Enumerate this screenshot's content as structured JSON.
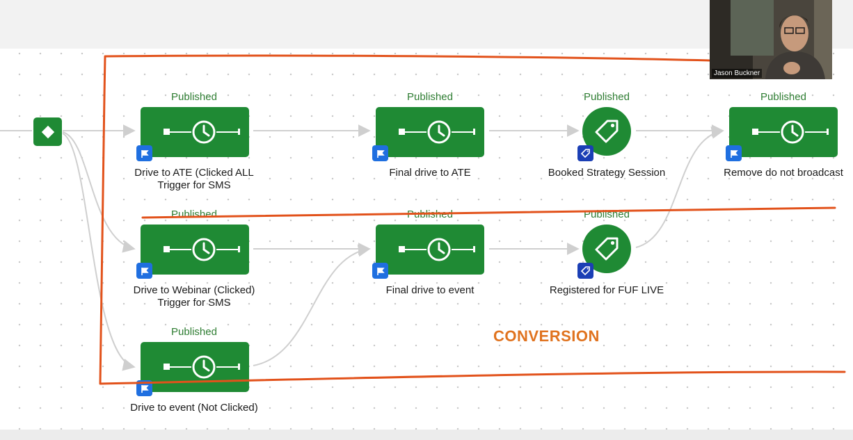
{
  "nodes": [
    {
      "id": "drive-ate",
      "status": "Published",
      "label_lines": [
        "Drive to ATE (Clicked ALL",
        "Trigger for SMS"
      ]
    },
    {
      "id": "final-ate",
      "status": "Published",
      "label_lines": [
        "Final drive to ATE"
      ]
    },
    {
      "id": "booked",
      "status": "Published",
      "label_lines": [
        "Booked Strategy Session"
      ]
    },
    {
      "id": "remove",
      "status": "Published",
      "label_lines": [
        "Remove do not broadcast"
      ]
    },
    {
      "id": "drive-webinar",
      "status": "Published",
      "label_lines": [
        "Drive to Webinar (Clicked)",
        "Trigger for SMS"
      ]
    },
    {
      "id": "final-event",
      "status": "Published",
      "label_lines": [
        "Final drive to event"
      ]
    },
    {
      "id": "registered",
      "status": "Published",
      "label_lines": [
        "Registered for FUF LIVE"
      ]
    },
    {
      "id": "drive-event",
      "status": "Published",
      "label_lines": [
        "Drive to event (Not Clicked)"
      ]
    }
  ],
  "annotation": {
    "text": "CONVERSION",
    "color": "#e0731f"
  },
  "video": {
    "participant_name": "Jason Buckner"
  },
  "colors": {
    "node": "#1f8a34",
    "status_text": "#2e7d32",
    "flag_badge": "#1f6fe0",
    "tag_badge": "#1b3fb5",
    "connector": "#cfcfcf"
  },
  "icons": {
    "timer_node": "timer-clock-icon",
    "tag_node": "tag-icon",
    "flag_badge": "flag-icon",
    "tag_badge": "tag-badge-icon",
    "start_node": "diamond-icon"
  }
}
